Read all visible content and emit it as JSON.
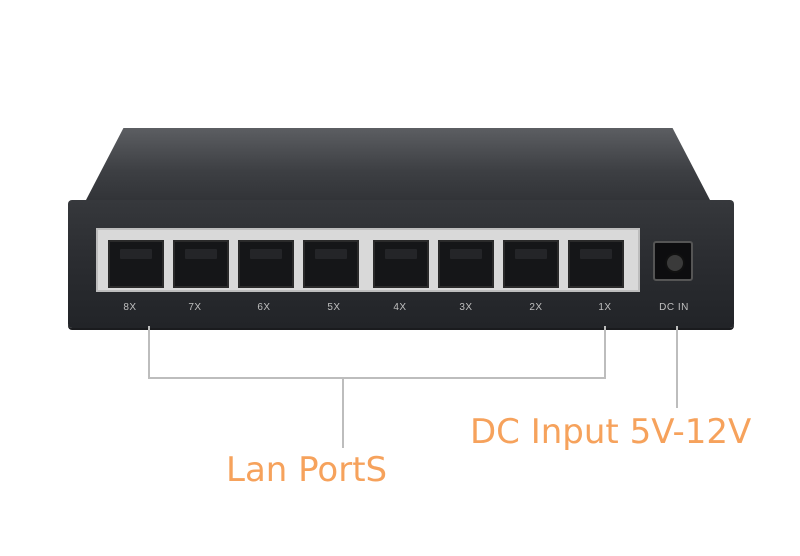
{
  "ports": [
    {
      "label": "8X"
    },
    {
      "label": "7X"
    },
    {
      "label": "6X"
    },
    {
      "label": "5X"
    },
    {
      "label": "4X"
    },
    {
      "label": "3X"
    },
    {
      "label": "2X"
    },
    {
      "label": "1X"
    }
  ],
  "dc": {
    "label": "DC IN"
  },
  "callouts": {
    "lan": "Lan PortS",
    "dc": "DC Input 5V-12V"
  },
  "colors": {
    "callout_text": "#f6a25c",
    "callout_line": "#bdbdbd",
    "chassis": "#2a2c30"
  }
}
